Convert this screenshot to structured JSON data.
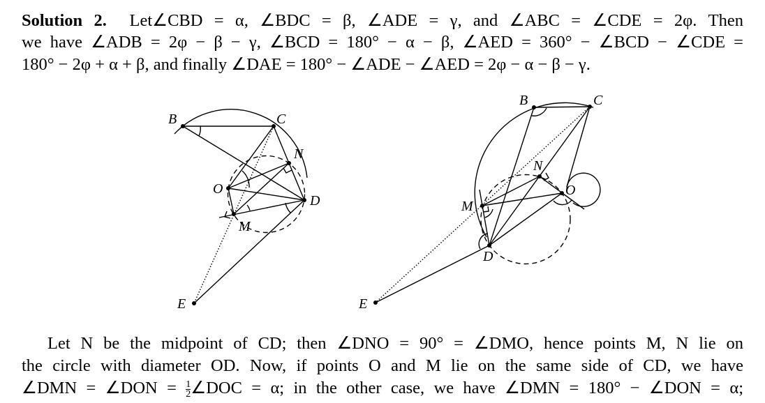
{
  "paragraph1": {
    "heading": "Solution 2.",
    "line1": "Let∠CBD = α, ∠BDC = β, ∠ADE = γ, and ∠ABC = ∠CDE = 2φ. Then",
    "line2": "we have ∠ADB = 2φ − β − γ, ∠BCD = 180° − α − β, ∠AED = 360° − ∠BCD − ∠CDE =",
    "line3": "180° − 2φ + α + β, and finally ∠DAE = 180° − ∠ADE − ∠AED = 2φ − α − β − γ."
  },
  "figure_left": {
    "labels": {
      "B": "B",
      "C": "C",
      "N": "N",
      "O": "O",
      "D": "D",
      "M": "M",
      "E": "E"
    }
  },
  "figure_right": {
    "labels": {
      "B": "B",
      "C": "C",
      "N": "N",
      "O": "O",
      "D": "D",
      "M": "M",
      "E": "E"
    }
  },
  "paragraph2": {
    "line1": "Let N be the midpoint of CD; then ∠DNO = 90° = ∠DMO, hence points M, N lie on",
    "line2": "the circle with diameter OD. Now, if points O and M lie on the same side of CD, we have",
    "line3a": "∠DMN = ∠DON = ",
    "frac_num": "1",
    "frac_den": "2",
    "line3b": "∠DOC = α; in the other case, we have ∠DMN = 180° − ∠DON = α;"
  }
}
